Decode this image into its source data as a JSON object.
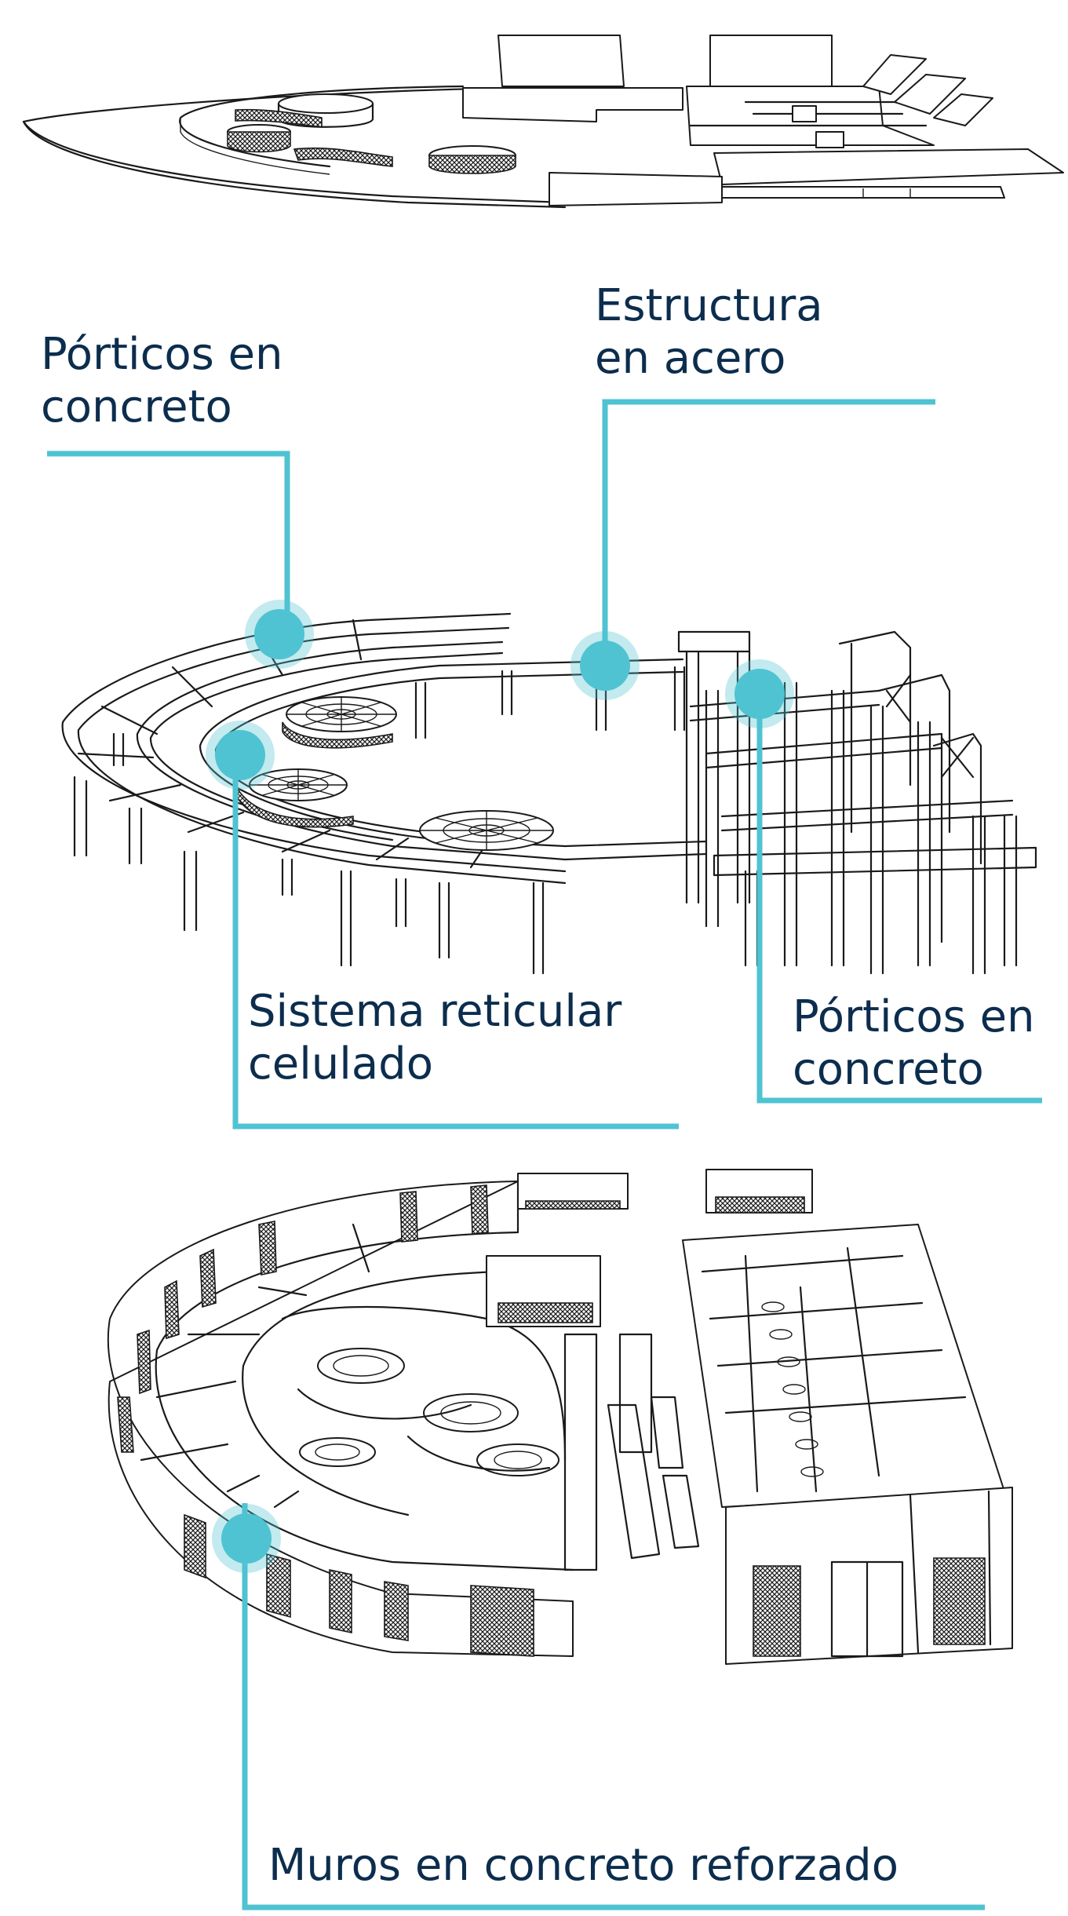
{
  "accent_color": "#4fc3d2",
  "text_color": "#0c2d4d",
  "labels": {
    "porticos_left": [
      "Pórticos en",
      "concreto"
    ],
    "acero": [
      "Estructura",
      "en acero"
    ],
    "reticular": [
      "Sistema reticular",
      "celulado"
    ],
    "porticos_right": [
      "Pórticos en",
      "concreto"
    ],
    "muros": [
      "Muros en concreto reforzado"
    ]
  }
}
